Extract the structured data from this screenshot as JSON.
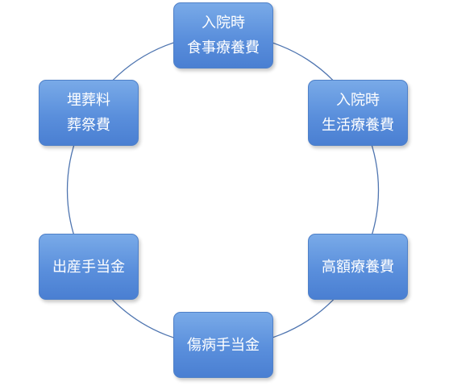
{
  "diagram": {
    "style": {
      "ring_color": "#4f75b0",
      "node_fill_top": "#79aae8",
      "node_fill_bottom": "#4a7fd2",
      "node_text_color": "#ffffff"
    },
    "nodes": [
      {
        "id": "top",
        "lines": [
          "入院時",
          "食事療養費"
        ]
      },
      {
        "id": "upper-right",
        "lines": [
          "入院時",
          "生活療養費"
        ]
      },
      {
        "id": "lower-right",
        "lines": [
          "高額療養費"
        ]
      },
      {
        "id": "bottom",
        "lines": [
          "傷病手当金"
        ]
      },
      {
        "id": "lower-left",
        "lines": [
          "出産手当金"
        ]
      },
      {
        "id": "upper-left",
        "lines": [
          "埋葬料",
          "葬祭費"
        ]
      }
    ]
  }
}
